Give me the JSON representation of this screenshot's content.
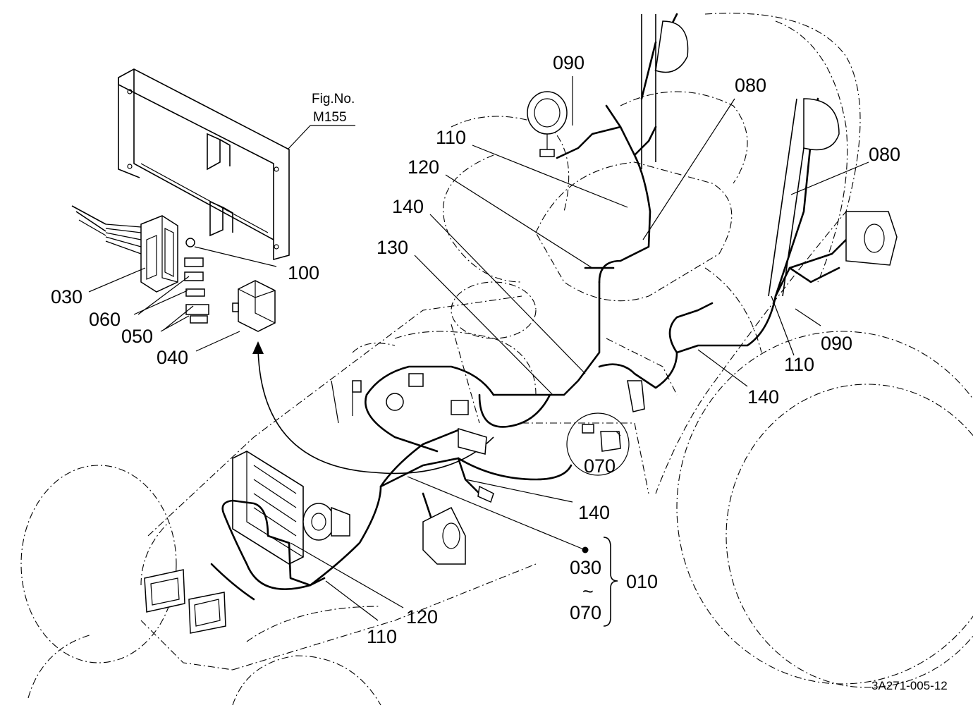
{
  "figure_ref": {
    "line1": "Fig.No.",
    "line2": "M155"
  },
  "callouts": [
    {
      "id": "090",
      "where": "top"
    },
    {
      "id": "080",
      "where": "top-right-1"
    },
    {
      "id": "110",
      "where": "upper-left"
    },
    {
      "id": "080",
      "where": "top-right-2"
    },
    {
      "id": "120",
      "where": "upper-left"
    },
    {
      "id": "140",
      "where": "upper-mid"
    },
    {
      "id": "130",
      "where": "upper-mid"
    },
    {
      "id": "100",
      "where": "left"
    },
    {
      "id": "030",
      "where": "left"
    },
    {
      "id": "060",
      "where": "left"
    },
    {
      "id": "050",
      "where": "left"
    },
    {
      "id": "040",
      "where": "left"
    },
    {
      "id": "090",
      "where": "right"
    },
    {
      "id": "110",
      "where": "right"
    },
    {
      "id": "140",
      "where": "right"
    },
    {
      "id": "070",
      "where": "inset"
    },
    {
      "id": "140",
      "where": "lower-mid"
    },
    {
      "id": "120",
      "where": "bottom"
    },
    {
      "id": "110",
      "where": "bottom"
    }
  ],
  "assembly": {
    "from": "030",
    "tilde": "~",
    "to": "070",
    "set": "010"
  },
  "drawing_code": "3A271-005-12"
}
